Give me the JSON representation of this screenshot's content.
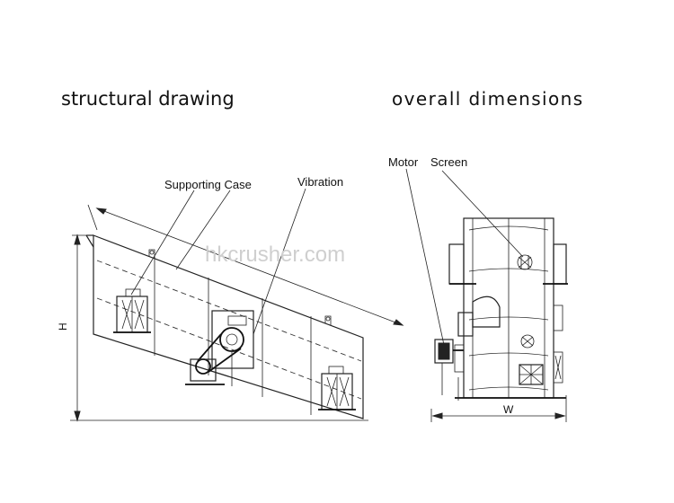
{
  "headings": {
    "left": "structural drawing",
    "right": "overall dimensions"
  },
  "labels": {
    "supporting_case": "Supporting Case",
    "vibration": "Vibration",
    "motor": "Motor",
    "screen": "Screen"
  },
  "dimensions": {
    "height": "H",
    "width": "W"
  },
  "watermark": "hkcrusher.com"
}
